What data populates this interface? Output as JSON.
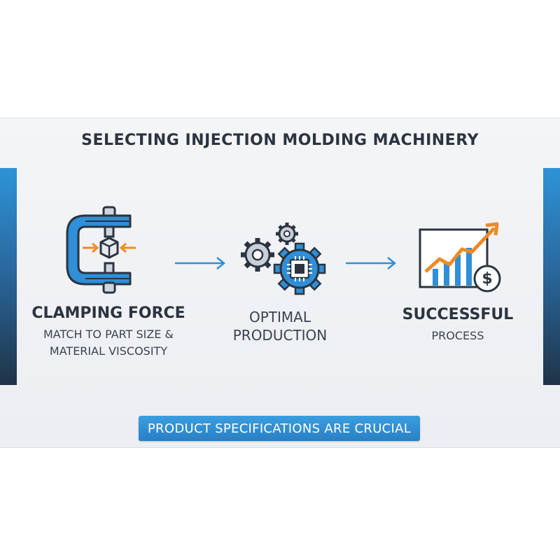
{
  "title": "SELECTING INJECTION MOLDING MACHINERY",
  "steps": [
    {
      "heading": "CLAMPING FORCE",
      "subtitle_line1": "MATCH TO PART SIZE &",
      "subtitle_line2": "MATERIAL VISCOSITY",
      "icon": "clamp-icon"
    },
    {
      "heading_line1": "OPTIMAL",
      "heading_line2": "PRODUCTION",
      "icon": "gears-chip-icon"
    },
    {
      "heading": "SUCCESSFUL",
      "subtitle": "PROCESS",
      "icon": "growth-chart-dollar-icon"
    }
  ],
  "arrows": [
    "arrow-right-icon",
    "arrow-right-icon"
  ],
  "banner": "PRODUCT SPECIFICATIONS ARE CRUCIAL",
  "colors": {
    "accent_blue": "#2f8fd8",
    "accent_orange": "#f08a24",
    "dark_navy": "#2b3440",
    "panel_bg": "#eef0f3"
  }
}
